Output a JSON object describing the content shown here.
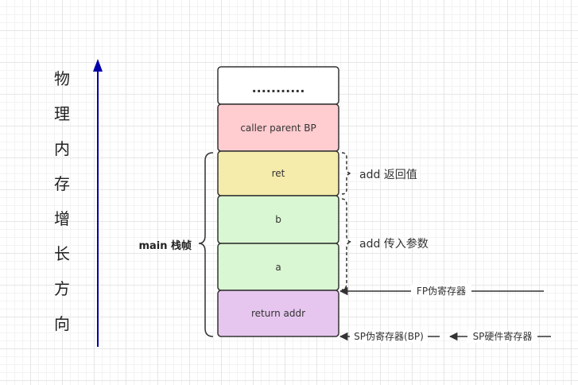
{
  "direction_label": [
    "物",
    "理",
    "内",
    "存",
    "增",
    "长",
    "方",
    "向"
  ],
  "stack_blocks": [
    {
      "label": "...........",
      "color": "#ffffff"
    },
    {
      "label": "caller parent BP",
      "color": "#ffccd0"
    },
    {
      "label": "ret",
      "color": "#f5ebaa"
    },
    {
      "label": "b",
      "color": "#d9f7d2"
    },
    {
      "label": "a",
      "color": "#d9f7d2"
    },
    {
      "label": "return addr",
      "color": "#e6c6ee"
    }
  ],
  "main_frame_label": "main 栈帧",
  "add_return_label": "add 返回值",
  "add_params_label": "add 传入参数",
  "fp_label": "FP伪寄存器",
  "sp_pseudo_label": "SP伪寄存器(BP)",
  "sp_hw_label": "SP硬件寄存器",
  "colors": {
    "direction_arrow": "#0000aa",
    "box_border": "#333333"
  }
}
